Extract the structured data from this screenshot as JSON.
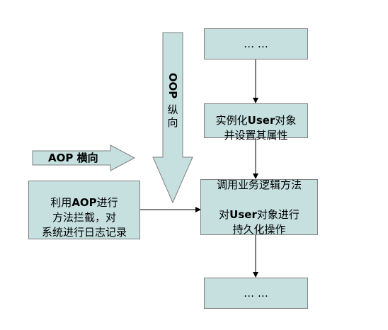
{
  "diagram": {
    "top_box": {
      "text": "… …"
    },
    "instantiate_box": {
      "line1_prefix": "实例化",
      "line1_bold": "User",
      "line1_suffix": "对象",
      "line2": "并设置其属性"
    },
    "business_box": {
      "line1": "调用业务逻辑方法",
      "line2_prefix": "对",
      "line2_bold": "User",
      "line2_suffix": "对象进行",
      "line3": "持久化操作"
    },
    "bottom_box": {
      "text": "… …"
    },
    "aop_box": {
      "line1_prefix": "利用",
      "line1_bold": "AOP",
      "line1_suffix": "进行",
      "line2": "方法拦截，对",
      "line3": "系统进行日志记录"
    },
    "aop_arrow": {
      "label": "AOP 横向"
    },
    "oop_arrow": {
      "label_top": "OOP",
      "label_bottom_1": "纵",
      "label_bottom_2": "向"
    },
    "colors": {
      "box_fill": "#c6e0e0",
      "box_border": "#7f7f7f",
      "connector": "#000000"
    }
  }
}
